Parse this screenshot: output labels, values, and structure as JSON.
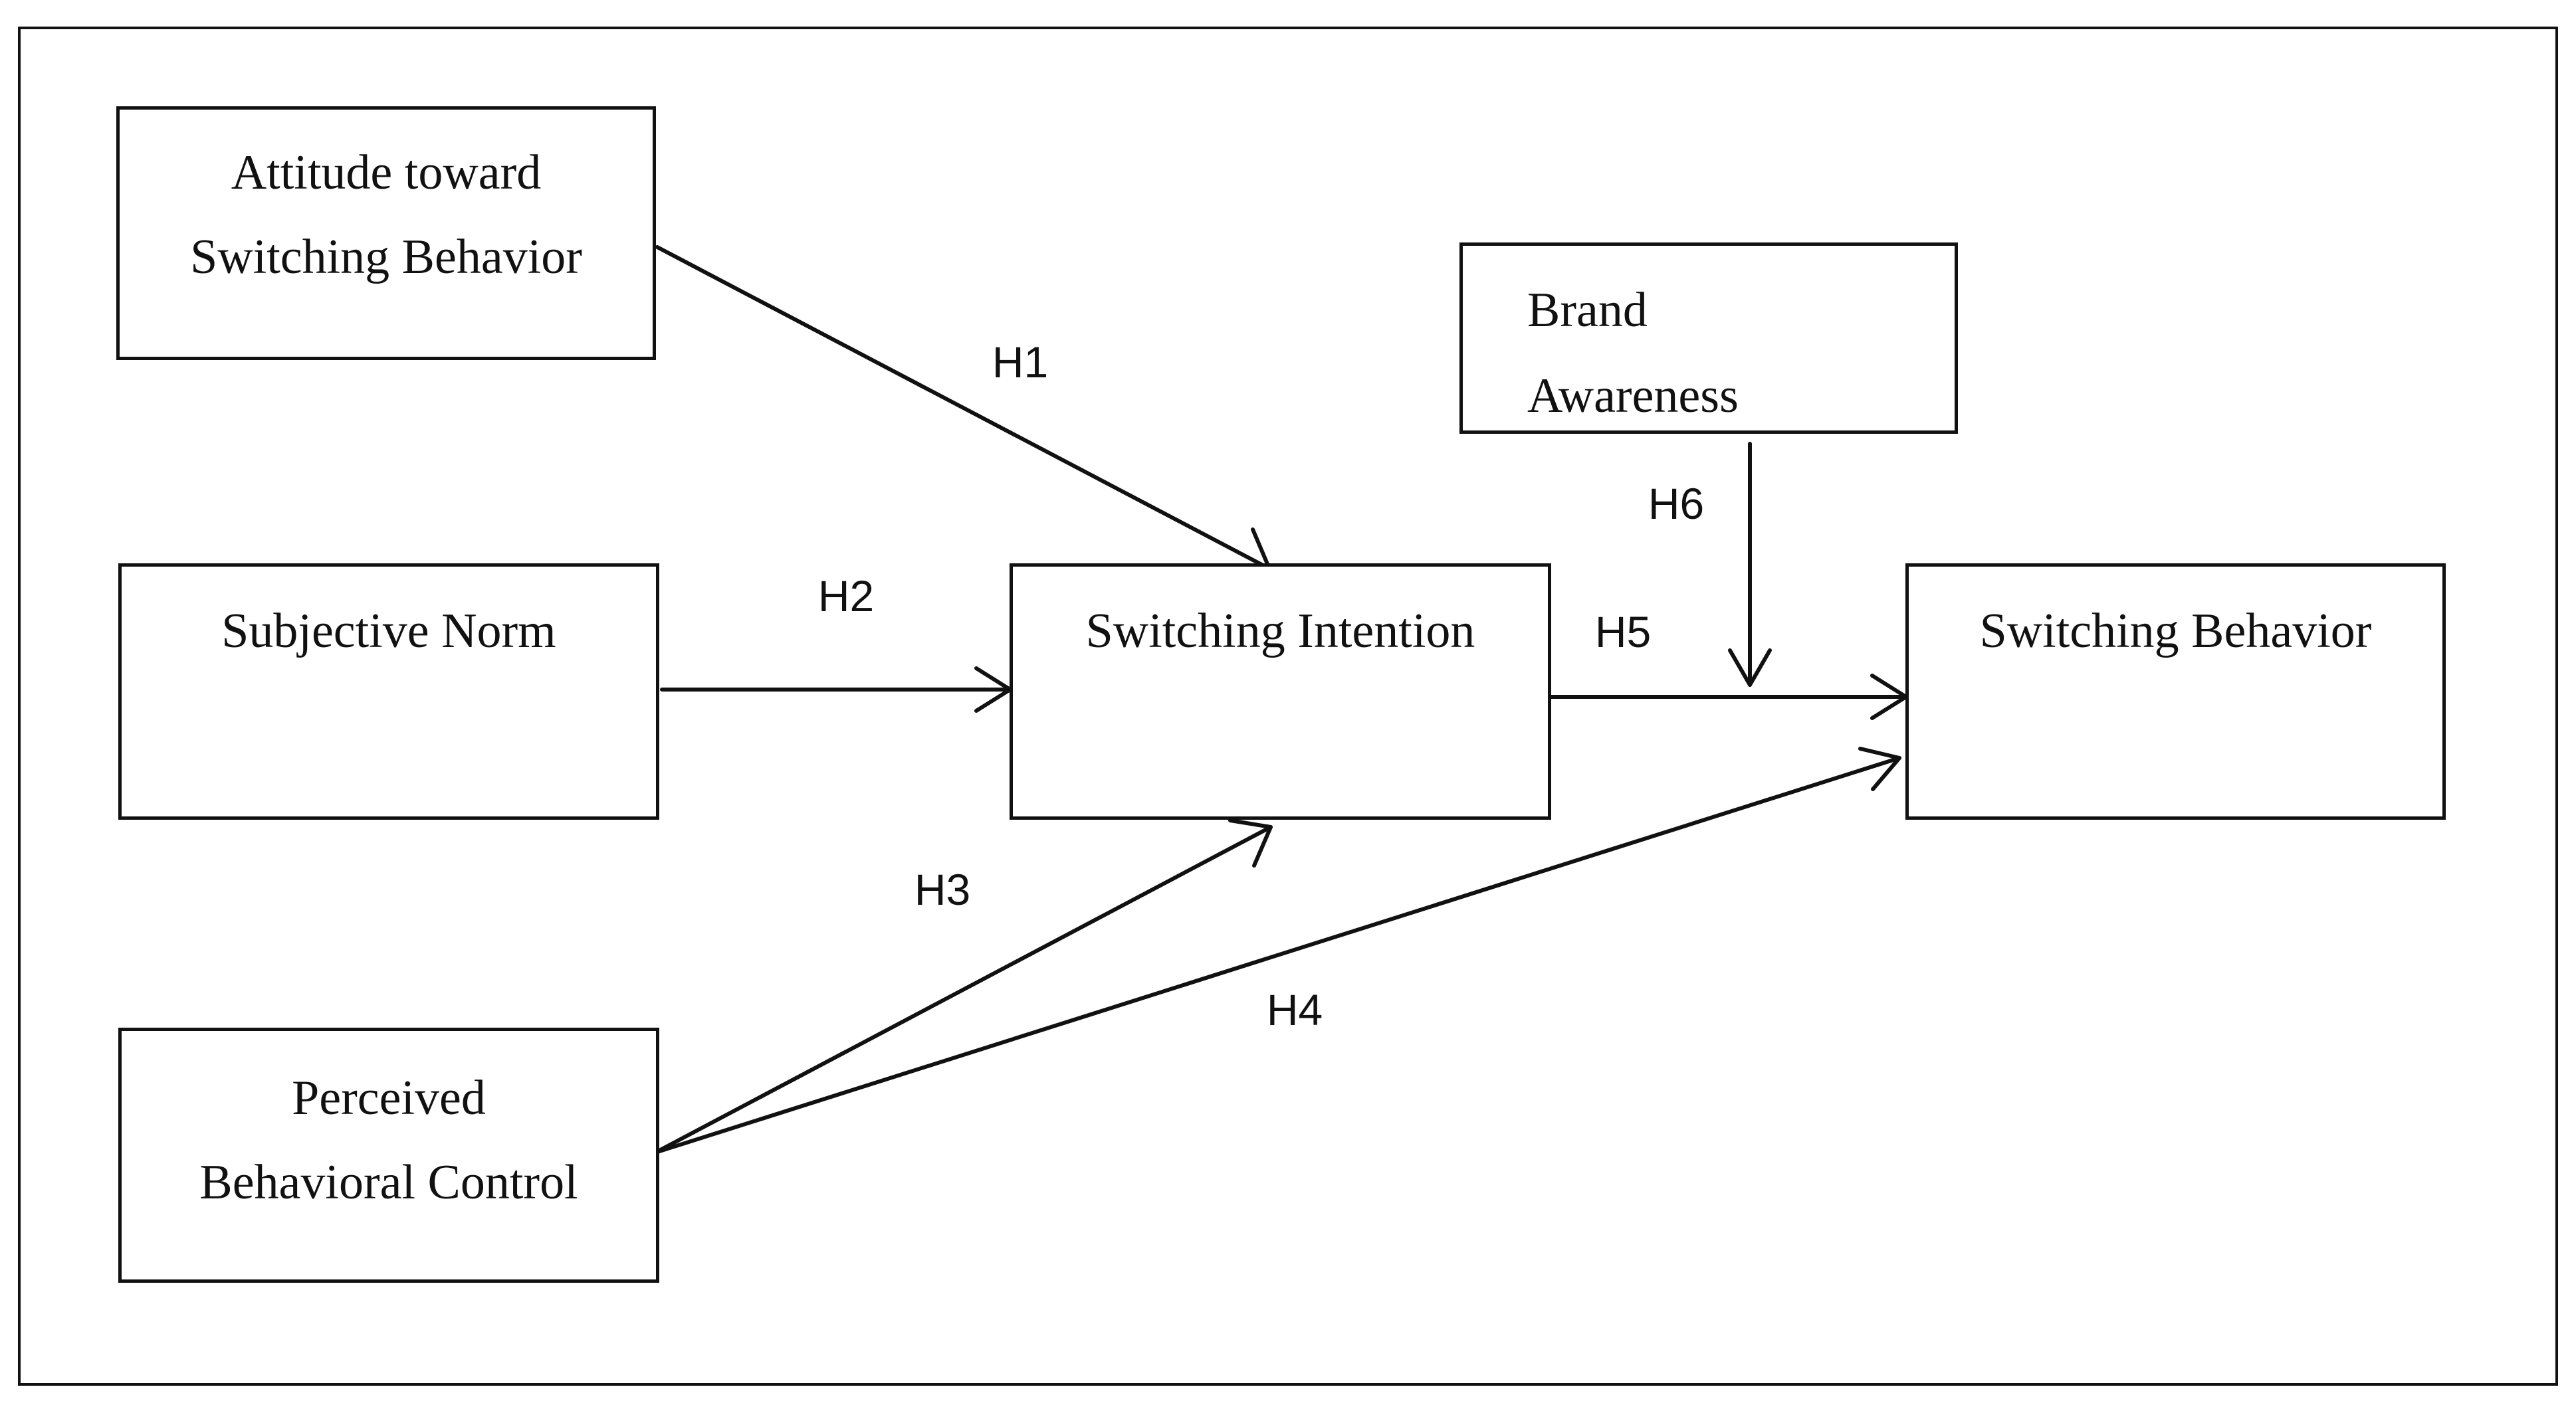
{
  "constructs": {
    "attitude": {
      "line1": "Attitude toward",
      "line2": "Switching Behavior"
    },
    "subjective_norm": {
      "label": "Subjective Norm"
    },
    "perceived_control": {
      "line1": "Perceived",
      "line2": "Behavioral Control"
    },
    "switching_intention": {
      "label": "Switching Intention"
    },
    "brand_awareness": {
      "line1": "Brand",
      "line2": "Awareness"
    },
    "switching_behavior": {
      "label": "Switching Behavior"
    }
  },
  "hypotheses": {
    "h1": "H1",
    "h2": "H2",
    "h3": "H3",
    "h4": "H4",
    "h5": "H5",
    "h6": "H6"
  },
  "colors": {
    "line": "#111111",
    "background": "#ffffff"
  }
}
